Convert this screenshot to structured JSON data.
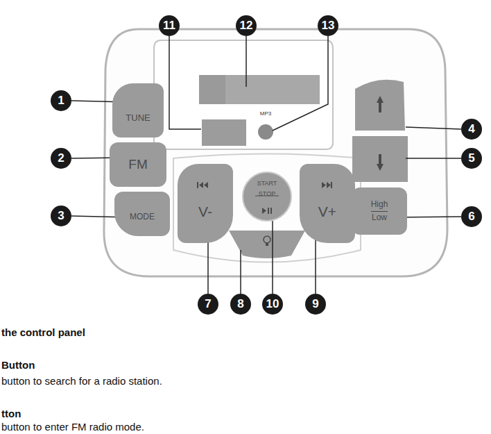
{
  "diagram": {
    "nodes": [
      {
        "text": [
          "TUNE"
        ]
      },
      {
        "text": [
          "FM"
        ]
      },
      {
        "text": [
          "MODE"
        ]
      },
      {
        "text": [
          "High",
          "Low"
        ]
      },
      {
        "text": [
          "V-"
        ]
      },
      {
        "text": [
          "START",
          "STOP"
        ]
      },
      {
        "text": [
          "V+"
        ]
      },
      {
        "text": [
          "MP3"
        ]
      }
    ],
    "labels": [
      "1",
      "2",
      "3",
      "4",
      "5",
      "6",
      "7",
      "8",
      "9",
      "10",
      "11",
      "12",
      "13",
      "the control panel",
      "Button",
      "button to search for a radio station.",
      "tton",
      "button to enter FM radio mode."
    ]
  }
}
